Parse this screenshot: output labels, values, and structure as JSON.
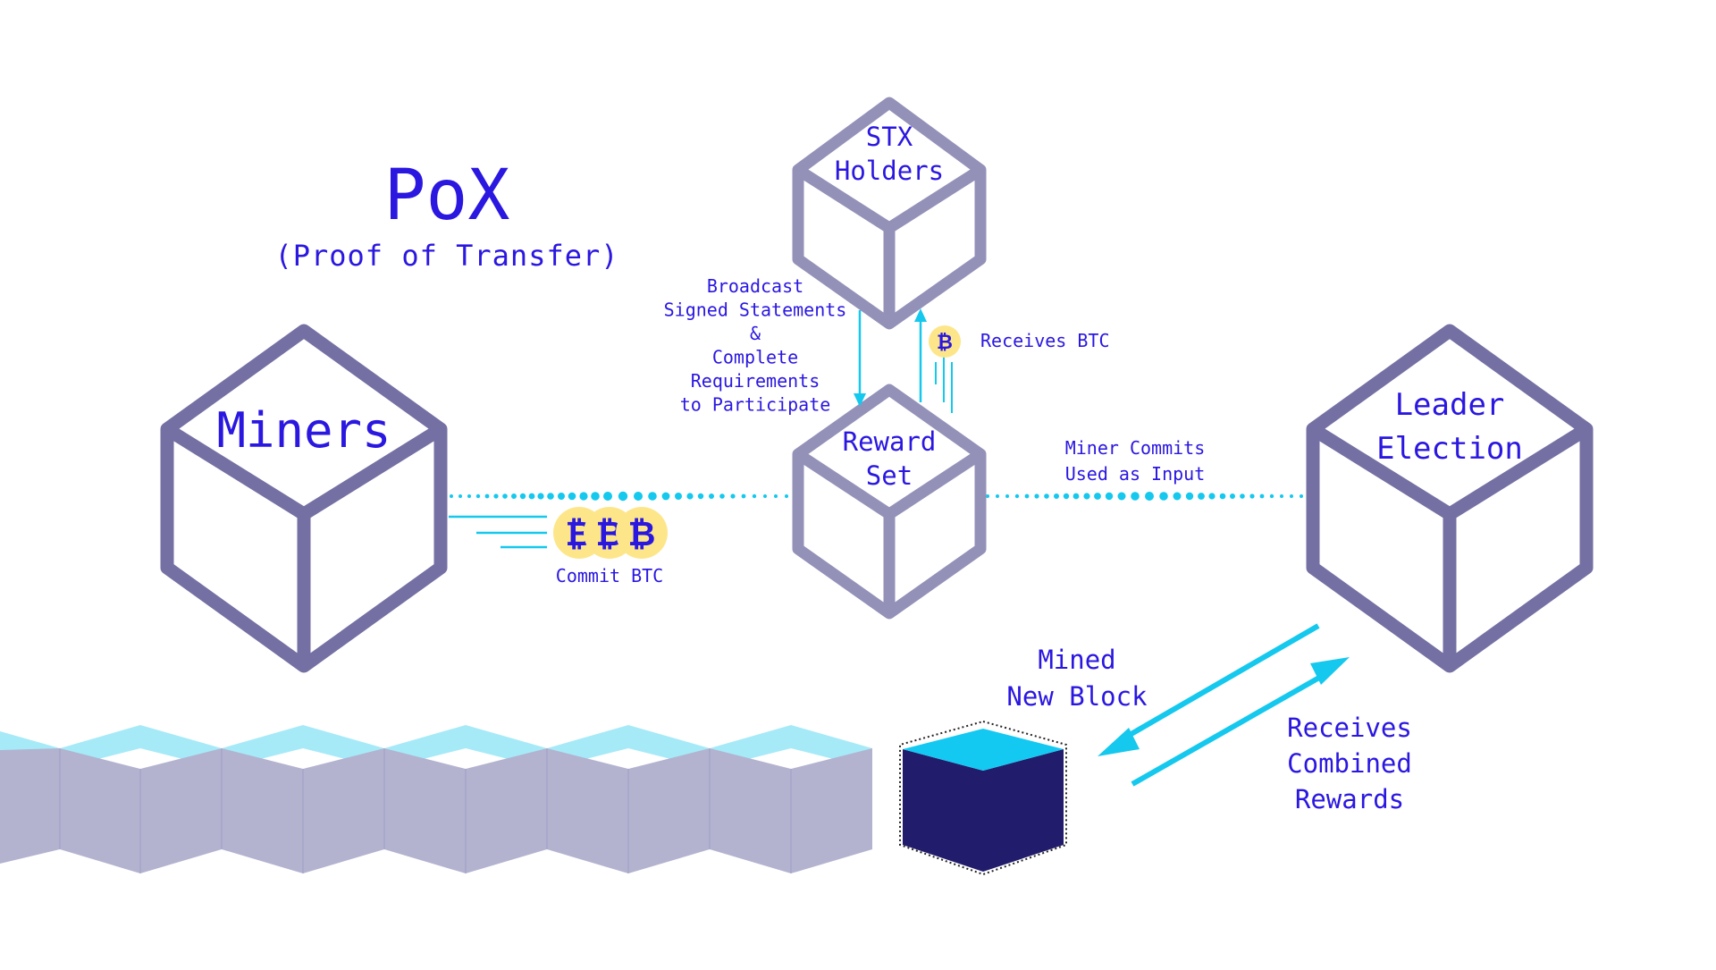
{
  "title": "PoX",
  "subtitle": "(Proof of Transfer)",
  "nodes": {
    "miners": {
      "lines": [
        "Miners"
      ]
    },
    "stx_holders": {
      "lines": [
        "STX",
        "Holders"
      ]
    },
    "reward_set": {
      "lines": [
        "Reward",
        "Set"
      ]
    },
    "leader_election": {
      "lines": [
        "Leader",
        "Election"
      ]
    }
  },
  "labels": {
    "broadcast": [
      "Broadcast",
      "Signed Statements",
      "&",
      "Complete",
      "Requirements",
      "to Participate"
    ],
    "receives_btc": "Receives BTC",
    "commit_btc": "Commit BTC",
    "miner_commits": [
      "Miner Commits",
      "Used as Input"
    ],
    "mined_new_block": [
      "Mined",
      "New Block"
    ],
    "receives_rewards": [
      "Receives",
      "Combined",
      "Rewards"
    ]
  },
  "icons": {
    "bitcoin_coin": "bitcoin-coin-icon",
    "btc_glyph": "₿"
  },
  "colors": {
    "text": "#2a17e0",
    "cube_dark": "#7470a3",
    "cube_light": "#9391b8",
    "cyan": "#15c8ee",
    "coin": "#fde68a",
    "chain_side": "#b3b3d0",
    "chain_top": "#a6eaf8",
    "new_block_body": "#221c6c",
    "new_block_top": "#13c9f2"
  }
}
